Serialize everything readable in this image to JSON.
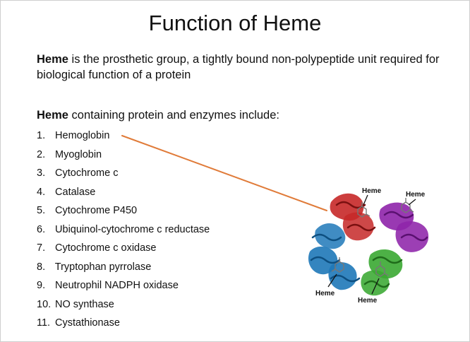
{
  "slide": {
    "title": "Function of Heme",
    "intro_bold": "Heme",
    "intro_rest": " is the prosthetic group, a tightly bound non-polypeptide unit required for biological function of a protein",
    "subhead_bold": "Heme",
    "subhead_rest": " containing protein and enzymes include:",
    "items": [
      {
        "num": "1.",
        "label": "Hemoglobin"
      },
      {
        "num": "2.",
        "label": "Myoglobin"
      },
      {
        "num": "3.",
        "label": "Cytochrome c"
      },
      {
        "num": "4.",
        "label": "Catalase"
      },
      {
        "num": "5.",
        "label": "Cytochrome P450"
      },
      {
        "num": "6.",
        "label": "Ubiquinol-cytochrome c reductase"
      },
      {
        "num": "7.",
        "label": "Cytochrome c oxidase"
      },
      {
        "num": "8.",
        "label": "Tryptophan pyrrolase"
      },
      {
        "num": "9.",
        "label": "Neutrophil NADPH oxidase"
      },
      {
        "num": "10.",
        "label": "NO synthase"
      },
      {
        "num": "11.",
        "label": "Cystathionase"
      }
    ]
  },
  "figure": {
    "labels": {
      "top_left": "Heme",
      "top_right": "Heme",
      "bottom_left": "Heme",
      "bottom_right": "Heme"
    },
    "colors": {
      "pointer_line": "#e07b39",
      "subunit_red": "#c62828",
      "subunit_purple": "#8e24aa",
      "subunit_blue": "#1e78b8",
      "subunit_green": "#3aa832"
    }
  }
}
